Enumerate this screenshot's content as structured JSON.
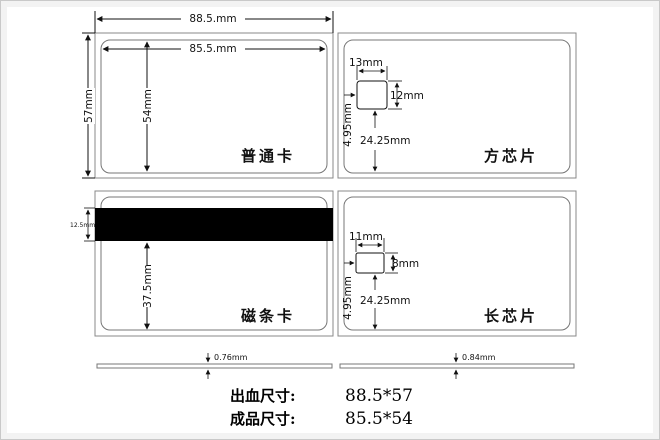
{
  "dimensions": {
    "bleed_width": "88.5.mm",
    "finished_width": "85.5.mm",
    "bleed_height": "57mm",
    "finished_height": "54mm",
    "stripe_width": "12.5mm",
    "stripe_offset": "37.5mm",
    "square_chip_width": "13mm",
    "square_chip_height": "12mm",
    "square_chip_top": "4.95mm",
    "square_chip_left": "24.25mm",
    "long_chip_width": "11mm",
    "long_chip_height": "8mm",
    "long_chip_top": "4.95mm",
    "long_chip_left": "24.25mm",
    "thickness_left": "0.76mm",
    "thickness_right": "0.84mm"
  },
  "cards": {
    "plain": "普通卡",
    "square_chip": "方芯片",
    "magnetic": "磁条卡",
    "long_chip": "长芯片"
  },
  "footer": {
    "bleed_label": "出血尺寸:",
    "bleed_value": "88.5*57",
    "finished_label": "成品尺寸:",
    "finished_value": "85.5*54"
  },
  "colors": {
    "line": "#111111",
    "stripe": "#000000",
    "card_border": "#777777"
  }
}
